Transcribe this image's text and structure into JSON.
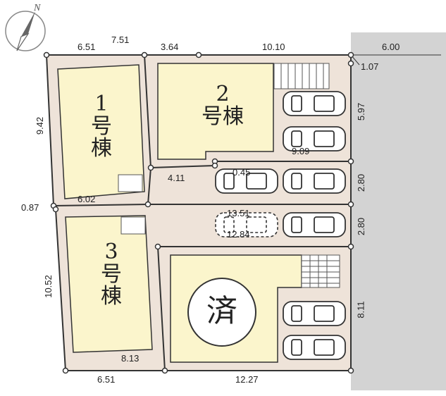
{
  "compass": {
    "label": "N"
  },
  "buildings": [
    {
      "id": "1",
      "number": "1",
      "suffix1": "号",
      "suffix2": "棟"
    },
    {
      "id": "2",
      "number": "2",
      "suffix1": "号",
      "suffix2": "棟"
    },
    {
      "id": "3",
      "number": "3",
      "suffix1": "号",
      "suffix2": "棟"
    }
  ],
  "sold_mark": "済",
  "dimensions": {
    "top_651": "6.51",
    "top_751": "7.51",
    "top_364": "3.64",
    "top_1010": "10.10",
    "road_600": "6.00",
    "right_107": "1.07",
    "right_597": "5.97",
    "lot2_909": "9.09",
    "right_280a": "2.80",
    "right_280b": "2.80",
    "right_811": "8.11",
    "left_942": "9.42",
    "left_087": "0.87",
    "left_1052": "10.52",
    "lot1_602": "6.02",
    "mid_411": "4.11",
    "mid_045": "0.45",
    "mid_1351": "13.51",
    "mid_1284": "12.84",
    "lot3_813": "8.13",
    "bottom_651": "6.51",
    "bottom_1227": "12.27"
  },
  "colors": {
    "lot": "#eee3d9",
    "building": "#fbf5cc",
    "road": "#d3d3d3",
    "boundary": "#333333"
  }
}
